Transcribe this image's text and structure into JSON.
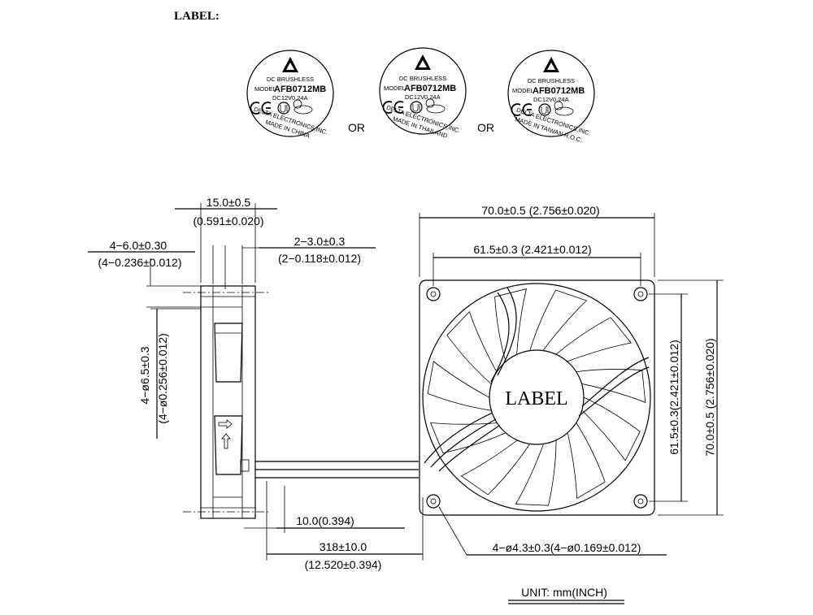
{
  "heading": "LABEL:",
  "labels": [
    {
      "line1": "DC BRUSHLESS",
      "model_prefix": "MODEL",
      "model": "AFB0712MB",
      "rating_v": "DC12V",
      "rating_a": "0.24A",
      "maker": "DELTA ELECTRONICS,INC.",
      "origin": "MADE IN CHINA"
    },
    {
      "line1": "DC BRUSHLESS",
      "model_prefix": "MODEL",
      "model": "AFB0712MB",
      "rating_v": "DC12V",
      "rating_a": "0.24A",
      "maker": "DELTA ELECTRONICS,INC.",
      "origin": "MADE IN THAILAND"
    },
    {
      "line1": "DC BRUSHLESS",
      "model_prefix": "MODEL",
      "model": "AFB0712MB",
      "rating_v": "DC12V",
      "rating_a": "0.24A",
      "maker": "DELTA ELECTRONICS,INC.",
      "origin": "MADE IN TAIWAN R.O.C."
    }
  ],
  "or_text": "OR",
  "hub_label": "LABEL",
  "dims": {
    "depth": "15.0±0.5",
    "depth_in": "(0.591±0.020)",
    "flange": "4−6.0±0.30",
    "flange_in": "(4−0.236±0.012)",
    "gap": "2−3.0±0.3",
    "gap_in": "(2−0.118±0.012)",
    "width": "70.0±0.5 (2.756±0.020)",
    "hole_pitch": "61.5±0.3 (2.421±0.012)",
    "bore": "4−ø6.5±0.3",
    "bore_in": "(4−ø0.256±0.012)",
    "strip": "10.0(0.394)",
    "lead": "318±10.0",
    "lead_in": "(12.520±0.394)",
    "mount_hole": "4−ø4.3±0.3(4−ø0.169±0.012)",
    "height_pitch": "61.5±0.3(2.421±0.012)",
    "height": "70.0±0.5 (2.756±0.020)"
  },
  "unit": "UNIT:  mm(INCH)"
}
